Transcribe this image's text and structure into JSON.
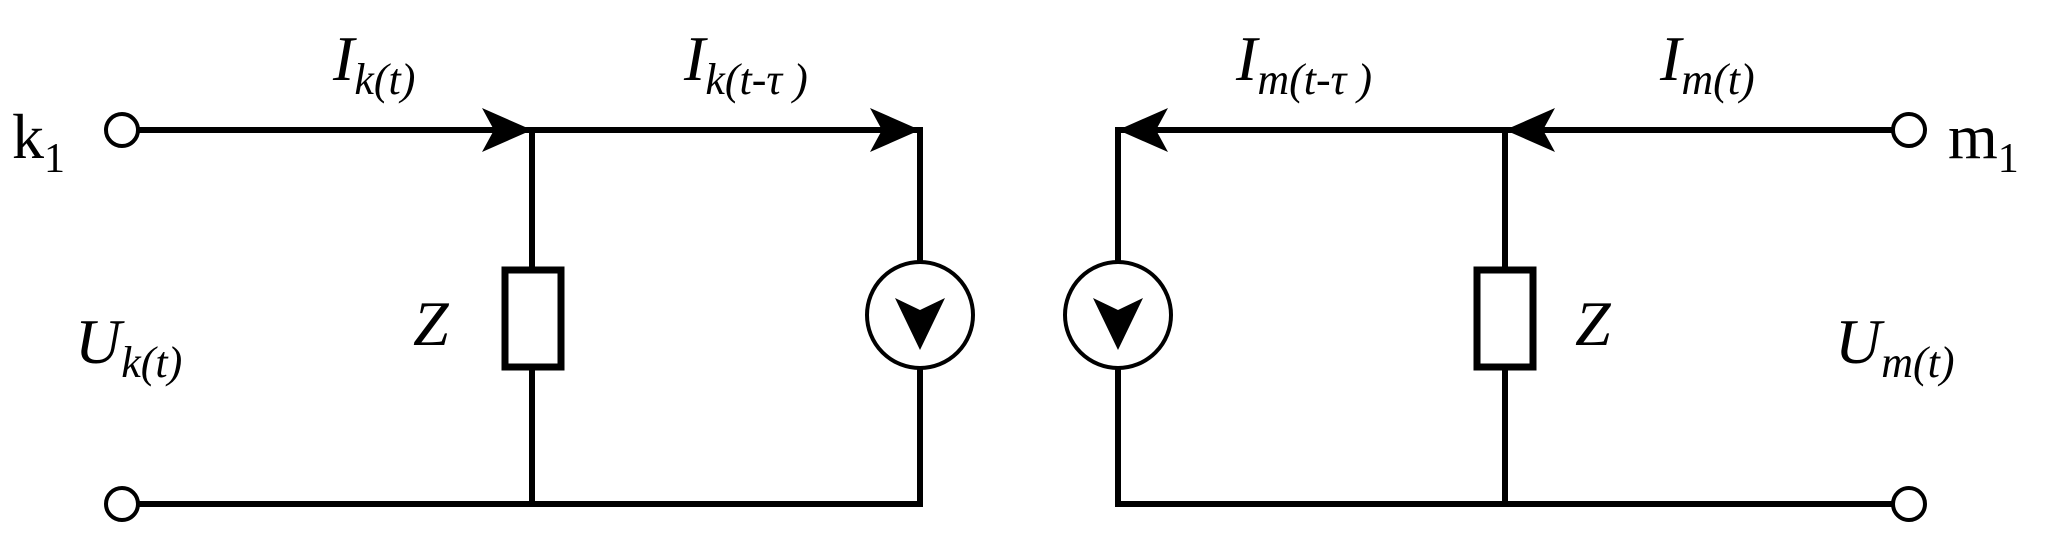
{
  "left_circuit": {
    "terminal_label_main": "k",
    "terminal_label_sub": "1",
    "current_in": {
      "main": "I",
      "sub": "k(t)"
    },
    "current_delayed": {
      "main": "I",
      "sub": "k(t-τ )"
    },
    "impedance_label": "Z",
    "voltage": {
      "main": "U",
      "sub": "k(t)"
    }
  },
  "right_circuit": {
    "terminal_label_main": "m",
    "terminal_label_sub": "1",
    "current_in": {
      "main": "I",
      "sub": "m(t)"
    },
    "current_delayed": {
      "main": "I",
      "sub": "m(t-τ )"
    },
    "impedance_label": "Z",
    "voltage": {
      "main": "U",
      "sub": "m(t)"
    }
  }
}
